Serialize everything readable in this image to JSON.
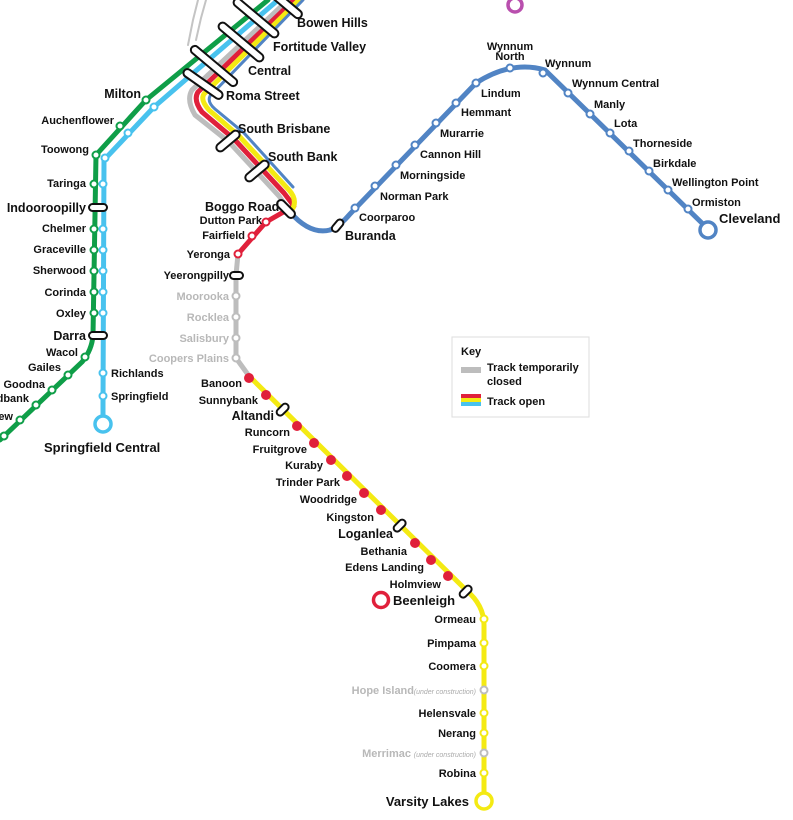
{
  "colors": {
    "green": "#0f9e48",
    "cyan": "#48c2ee",
    "red": "#e0203b",
    "yellow": "#f4ea13",
    "blue": "#5184c4",
    "grey": "#bdbdbd",
    "purple": "#b94fae"
  },
  "key": {
    "title": "Key",
    "closed_line1": "Track temporarily",
    "closed_line2": "closed",
    "open": "Track open"
  },
  "stations": {
    "bowen_hills": "Bowen Hills",
    "fortitude_valley": "Fortitude Valley",
    "central": "Central",
    "roma_street": "Roma Street",
    "milton": "Milton",
    "auchenflower": "Auchenflower",
    "toowong": "Toowong",
    "taringa": "Taringa",
    "indooroopilly": "Indooroopilly",
    "chelmer": "Chelmer",
    "graceville": "Graceville",
    "sherwood": "Sherwood",
    "corinda": "Corinda",
    "oxley": "Oxley",
    "darra": "Darra",
    "wacol": "Wacol",
    "gailes": "Gailes",
    "goodna": "Goodna",
    "redbank_partial": "dbank",
    "riverview_partial": "ew",
    "richlands": "Richlands",
    "springfield": "Springfield",
    "springfield_central": "Springfield Central",
    "south_brisbane": "South Brisbane",
    "south_bank": "South Bank",
    "boggo_road": "Boggo Road",
    "dutton_park": "Dutton Park",
    "fairfield": "Fairfield",
    "yeronga": "Yeronga",
    "yeerongpilly": "Yeerongpilly",
    "moorooka": "Moorooka",
    "rocklea": "Rocklea",
    "salisbury": "Salisbury",
    "coopers_plains": "Coopers Plains",
    "banoon": "Banoon",
    "sunnybank": "Sunnybank",
    "altandi": "Altandi",
    "runcorn": "Runcorn",
    "fruitgrove": "Fruitgrove",
    "kuraby": "Kuraby",
    "trinder_park": "Trinder Park",
    "woodridge": "Woodridge",
    "kingston": "Kingston",
    "loganlea": "Loganlea",
    "bethania": "Bethania",
    "edens_landing": "Edens Landing",
    "holmview": "Holmview",
    "beenleigh": "Beenleigh",
    "ormeau": "Ormeau",
    "pimpama": "Pimpama",
    "coomera": "Coomera",
    "hope_island": "Hope Island",
    "helensvale": "Helensvale",
    "nerang": "Nerang",
    "merrimac": "Merrimac",
    "robina": "Robina",
    "varsity_lakes": "Varsity Lakes",
    "under_construction": "(under construction)",
    "buranda": "Buranda",
    "coorparoo": "Coorparoo",
    "norman_park": "Norman Park",
    "morningside": "Morningside",
    "cannon_hill": "Cannon Hill",
    "murarrie": "Murarrie",
    "hemmant": "Hemmant",
    "lindum": "Lindum",
    "wynnum_north_1": "Wynnum",
    "wynnum_north_2": "North",
    "wynnum": "Wynnum",
    "wynnum_central": "Wynnum Central",
    "manly": "Manly",
    "lota": "Lota",
    "thorneside": "Thorneside",
    "birkdale": "Birkdale",
    "wellington_point": "Wellington Point",
    "ormiston": "Ormiston",
    "cleveland": "Cleveland"
  }
}
